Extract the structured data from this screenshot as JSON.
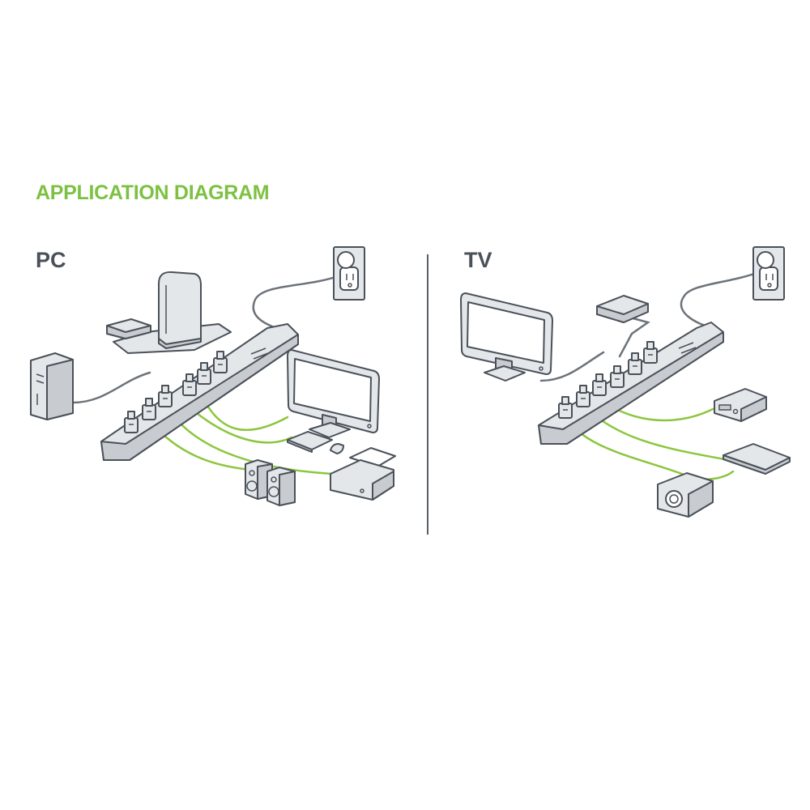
{
  "title": "APPLICATION DIAGRAM",
  "panels": {
    "pc": {
      "label": "PC"
    },
    "tv": {
      "label": "TV"
    }
  },
  "colors": {
    "title": "#7dc142",
    "label": "#4a5159",
    "outline": "#4a5159",
    "fill": "#e4e7ea",
    "fill_dark": "#c8ccd1",
    "green_cable": "#8cc63f",
    "gray_cable": "#6d737a",
    "divider": "#5a5f66"
  },
  "icons": {
    "pc": [
      "wall-outlet-icon",
      "power-strip-icon",
      "desktop-tower-icon",
      "modem-icon",
      "wireless-router-icon",
      "monitor-icon",
      "keyboard-icon",
      "mouse-icon",
      "speakers-icon",
      "printer-icon"
    ],
    "tv": [
      "wall-outlet-icon",
      "power-strip-icon",
      "television-icon",
      "cable-box-icon",
      "av-receiver-icon",
      "dvd-player-icon",
      "projector-icon"
    ]
  }
}
